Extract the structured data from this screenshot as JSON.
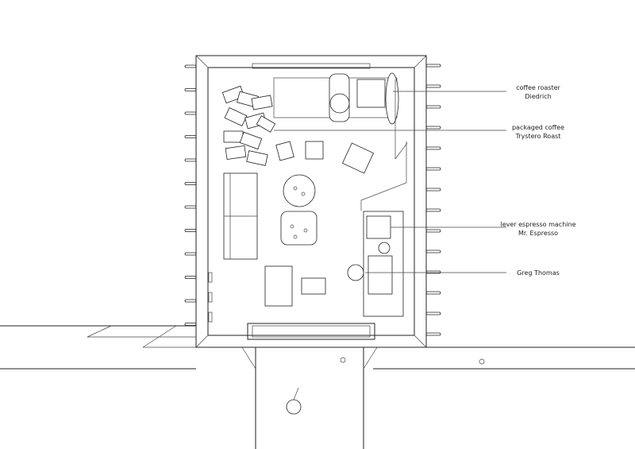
{
  "labels": [
    {
      "line1": "coffee roaster",
      "line2": "Diedrich"
    },
    {
      "line1": "packaged coffee",
      "line2": "Trystero Roast"
    },
    {
      "line1": "lever espresso machine",
      "line2": "Mr. Espresso"
    },
    {
      "line1": "Greg Thomas",
      "line2": ""
    }
  ]
}
